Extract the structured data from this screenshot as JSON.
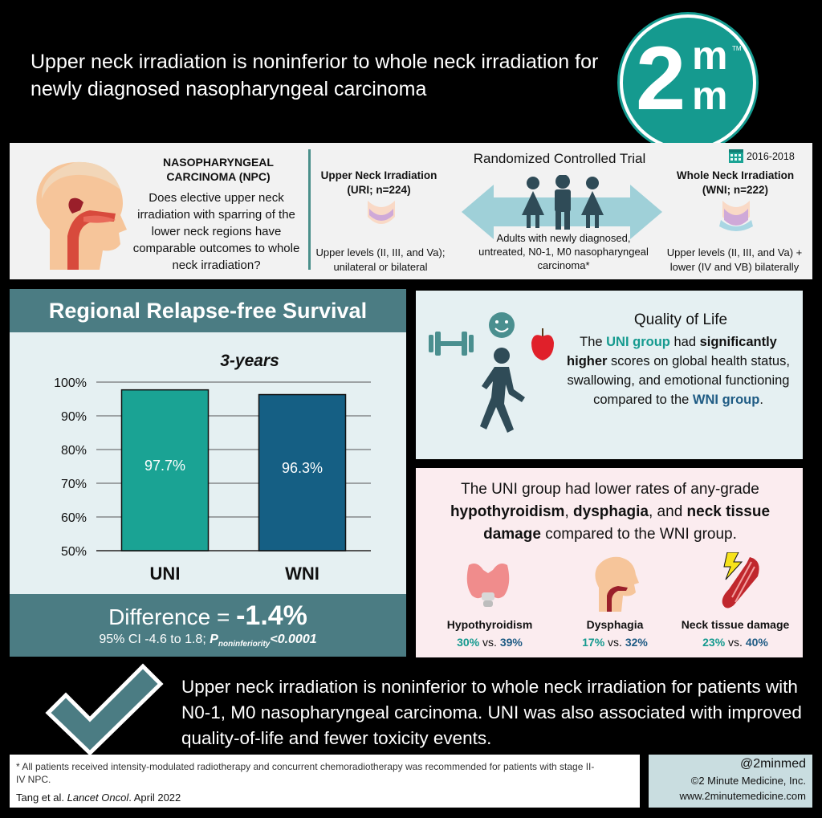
{
  "header": {
    "title": "Upper neck irradiation is noninferior to whole neck irradiation for newly diagnosed nasopharyngeal carcinoma",
    "logo_text_big": "2",
    "logo_text_small_top": "m",
    "logo_text_small_bottom": "m",
    "logo_tm": "TM"
  },
  "study": {
    "npc_title": "NASOPHARYNGEAL CARCINOMA (NPC)",
    "npc_question": "Does elective upper neck irradiation with sparring of the lower neck regions have comparable outcomes to whole neck irradiation?",
    "rct_title": "Randomized Controlled Trial",
    "years": "2016-2018",
    "uni_arm_title": "Upper Neck Irradiation (URI; n=224)",
    "uni_arm_desc": "Upper levels (II, III, and Va); unilateral or bilateral",
    "wni_arm_title": "Whole Neck Irradiation (WNI; n=222)",
    "wni_arm_desc": "Upper levels (II, III, and Va) + lower (IV and VB) bilaterally",
    "population": "Adults with newly diagnosed, untreated, N0-1, M0 nasopharyngeal carcinoma*"
  },
  "rrfs": {
    "heading": "Regional Relapse-free Survival",
    "difference_label": "Difference = ",
    "difference_value": "-1.4%",
    "ci_text": "95% CI -4.6 to 1.8; ",
    "p_label": "P",
    "p_sub": "noninferiority",
    "p_value": "<0.0001"
  },
  "chart_data": {
    "type": "bar",
    "title": "3-years",
    "categories": [
      "UNI",
      "WNI"
    ],
    "values": [
      97.7,
      96.3
    ],
    "value_labels": [
      "97.7%",
      "96.3%"
    ],
    "ylim": [
      50,
      100
    ],
    "yticks": [
      "50%",
      "60%",
      "70%",
      "80%",
      "90%",
      "100%"
    ],
    "ytick_values": [
      50,
      60,
      70,
      80,
      90,
      100
    ],
    "bar_colors": [
      "#1aa394",
      "#155f84"
    ],
    "grid": true,
    "xlabel": "",
    "ylabel": ""
  },
  "qol": {
    "title": "Quality of Life",
    "t1": "The ",
    "uni_group": "UNI group",
    "t2": " had ",
    "sig_higher": "significantly higher",
    "t3": " scores on global health status, swallowing, and emotional functioning compared to the ",
    "wni_group": "WNI group",
    "t4": "."
  },
  "tox": {
    "t1": "The UNI group had lower rates of any-grade ",
    "hypo": "hypothyroidism",
    "sep1": ", ",
    "dys": "dysphagia",
    "sep2": ", and ",
    "neck": "neck tissue damage",
    "t2": " compared to the WNI group.",
    "items": [
      {
        "label": "Hypothyroidism",
        "uni": "30%",
        "vs": " vs. ",
        "wni": "39%"
      },
      {
        "label": "Dysphagia",
        "uni": "17%",
        "vs": " vs. ",
        "wni": "32%"
      },
      {
        "label": "Neck tissue damage",
        "uni": "23%",
        "vs": " vs. ",
        "wni": "40%"
      }
    ]
  },
  "conclusion": "Upper neck irradiation is noninferior to whole neck irradiation for patients with N0-1, M0 nasopharyngeal carcinoma. UNI was also associated with improved quality-of-life and fewer toxicity events.",
  "footer": {
    "footnote": "* All patients received intensity-modulated radiotherapy and concurrent chemoradiotherapy was recommended for patients with stage II-IV NPC.",
    "cite_authors": "Tang et al. ",
    "cite_journal": "Lancet Oncol",
    "cite_date": ". April 2022",
    "handle": "@2minmed",
    "company": "©2 Minute Medicine, Inc.",
    "website": "www.2minutemedicine.com"
  },
  "colors": {
    "teal": "#159a8f",
    "dark_blue": "#1e5b84",
    "panel_header": "#4b7c83"
  }
}
